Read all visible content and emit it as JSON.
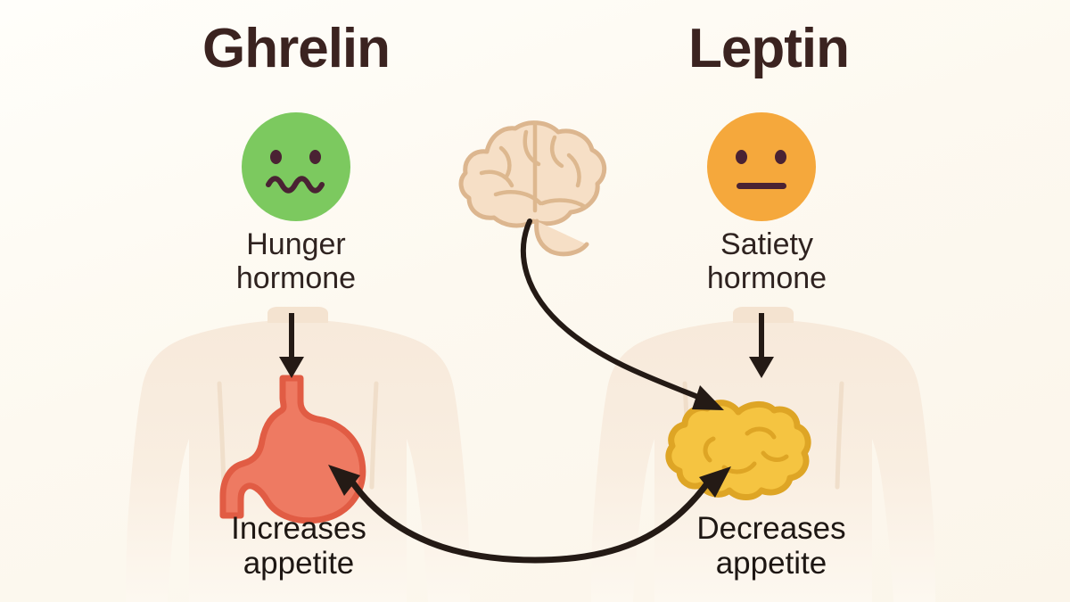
{
  "background_color": "#fdf9f0",
  "palette": {
    "title_text": "#3b2320",
    "body_text": "#2f2320",
    "ghrelin_face": "#7cc95f",
    "leptin_face": "#f5a83c",
    "face_features": "#4a2233",
    "stomach_fill": "#ee7a62",
    "stomach_stroke": "#e05c45",
    "fat_fill": "#f5c441",
    "fat_stroke": "#dfa425",
    "brain_fill": "#f6dfc6",
    "brain_stroke": "#d8b289",
    "body_fill": "#f6e6d4",
    "arrow_color": "#241a15"
  },
  "columns": {
    "ghrelin": {
      "title": "Ghrelin",
      "face_emoji_name": "worried-green-face",
      "face_color": "#7cc95f",
      "face_mouth": "wavy",
      "sublabel_line1": "Hunger",
      "sublabel_line2": "hormone",
      "organ_name": "stomach",
      "organ_color": "#ee7a62",
      "bottom_line1": "Increases",
      "bottom_line2": "appetite"
    },
    "leptin": {
      "title": "Leptin",
      "face_emoji_name": "neutral-orange-face",
      "face_color": "#f5a83c",
      "face_mouth": "flat",
      "sublabel_line1": "Satiety",
      "sublabel_line2": "hormone",
      "organ_name": "fat-tissue",
      "organ_color": "#f5c441",
      "bottom_line1": "Decreases",
      "bottom_line2": "appetite"
    }
  },
  "center": {
    "icon_name": "brain-icon",
    "brain_color": "#f6dfc6"
  },
  "arrows": [
    {
      "name": "ghrelin-to-stomach-arrow",
      "type": "straight-down",
      "from": "hunger-hormone-label",
      "to": "stomach"
    },
    {
      "name": "leptin-to-fat-arrow",
      "type": "straight-down",
      "from": "satiety-hormone-label",
      "to": "fat-tissue"
    },
    {
      "name": "brain-to-fat-arrow",
      "type": "curved",
      "from": "brain",
      "to": "fat-tissue"
    },
    {
      "name": "stomach-fat-feedback-arrow",
      "type": "curved-double-headed",
      "from": "fat-tissue",
      "to": "stomach"
    }
  ]
}
